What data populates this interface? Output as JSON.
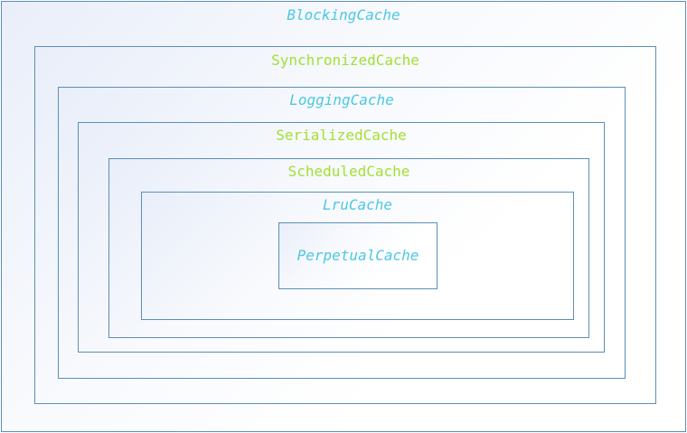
{
  "diagram": {
    "boxes": [
      {
        "label": "BlockingCache"
      },
      {
        "label": "SynchronizedCache"
      },
      {
        "label": "LoggingCache"
      },
      {
        "label": "SerializedCache"
      },
      {
        "label": "ScheduledCache"
      },
      {
        "label": "LruCache"
      },
      {
        "label": "PerpetualCache"
      }
    ],
    "colors": {
      "border": "#5a8fb8",
      "label_cyan": "#4cc8e0",
      "label_green": "#a2e032",
      "fill_start": "#e9eef9"
    }
  }
}
